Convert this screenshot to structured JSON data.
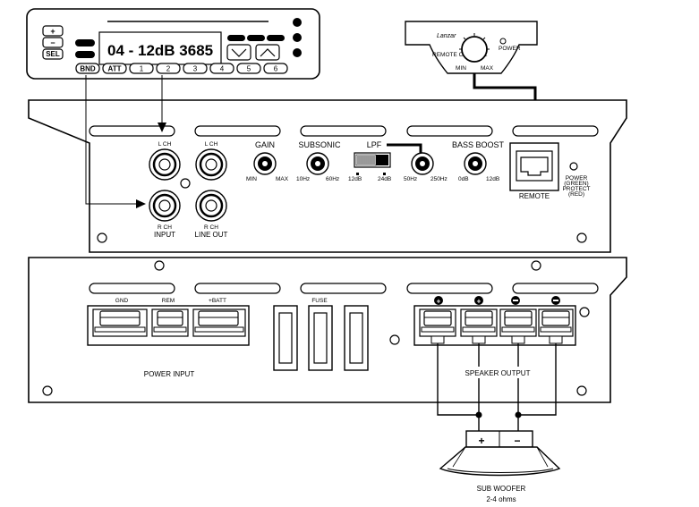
{
  "head_unit": {
    "display_text": "04 - 12dB 3685",
    "left_buttons": [
      "+",
      "−",
      "SEL"
    ],
    "bottom_buttons": [
      "BND",
      "ATT",
      "1",
      "2",
      "3",
      "4",
      "5",
      "6"
    ]
  },
  "remote": {
    "brand": "Lanzar",
    "label_remote_control": "REMOTE CONTROL",
    "label_min": "MIN",
    "label_max": "MAX",
    "label_power": "POWER"
  },
  "amp_top": {
    "rca_top_left_label": "L CH",
    "rca_top_right_label": "L CH",
    "rca_input_ch_label": "R CH",
    "rca_input_label": "INPUT",
    "rca_lineout_ch_label": "R CH",
    "rca_lineout_label": "LINE OUT",
    "gain_label": "GAIN",
    "gain_min": "MIN",
    "gain_max": "MAX",
    "subsonic_label": "SUBSONIC",
    "subsonic_min": "10Hz",
    "subsonic_max": "60Hz",
    "lpf_label": "LPF",
    "switch_low": "12dB",
    "switch_high": "24dB",
    "lpf_min": "50Hz",
    "lpf_max": "250Hz",
    "bass_boost_label": "BASS BOOST",
    "bass_min": "0dB",
    "bass_max": "12dB",
    "remote_port_label": "REMOTE",
    "power_led_label_1": "POWER",
    "power_led_label_2": "(GREEN)",
    "power_led_label_3": "PROTECT",
    "power_led_label_4": "(RED)"
  },
  "amp_bottom": {
    "gnd_label": "GND",
    "rem_label": "REM",
    "batt_label": "+BATT",
    "power_input_label": "POWER INPUT",
    "fuse_label": "FUSE",
    "speaker_output_label": "SPEAKER OUTPUT",
    "terminal_signs": [
      "⊕",
      "⊕",
      "⊖",
      "⊖"
    ]
  },
  "subwoofer": {
    "plus_sign": "+",
    "minus_sign": "−",
    "label": "SUB WOOFER",
    "impedance": "2-4 ohms"
  }
}
